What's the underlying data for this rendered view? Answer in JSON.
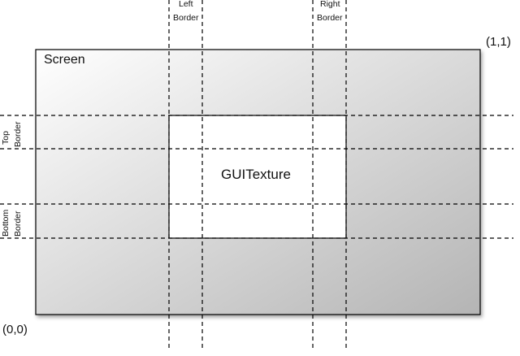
{
  "labels": {
    "screen": "Screen",
    "texture": "GUITexture",
    "left_border": [
      "Left",
      "Border"
    ],
    "right_border": [
      "Right",
      "Border"
    ],
    "top_border": [
      "Top",
      "Border"
    ],
    "bottom_border": [
      "Bottom",
      "Border"
    ],
    "origin": "(0,0)",
    "max_corner": "(1,1)"
  },
  "colors": {
    "screen_gradient_light": "#ffffff",
    "screen_gradient_dark": "#b4b4b4",
    "texture_fill": "#ffffff",
    "lines": "#000000"
  }
}
